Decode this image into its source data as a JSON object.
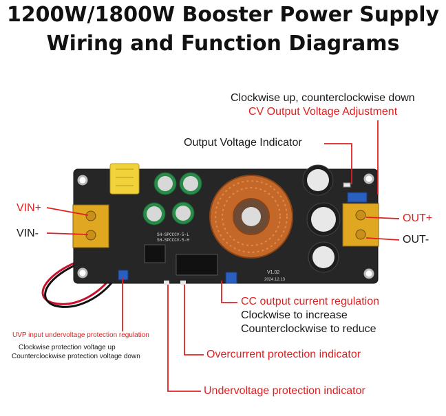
{
  "title": {
    "line1": "1200W/1800W Booster Power Supply",
    "line2": "Wiring and Function Diagrams"
  },
  "labels": {
    "cv_hint": "Clockwise up, counterclockwise down",
    "cv_adjust": "CV Output Voltage Adjustment",
    "output_indicator": "Output Voltage Indicator",
    "vin_plus": "VIN+",
    "vin_minus": "VIN-",
    "out_plus": "OUT+",
    "out_minus": "OUT-",
    "cc_reg": "CC output current regulation",
    "cc_inc": "Clockwise to increase",
    "cc_dec": "Counterclockwise to reduce",
    "uvp_reg": "UVP input undervoltage protection regulation",
    "uvp_up": "Clockwise protection voltage up",
    "uvp_down": "Counterclockwise protection voltage down",
    "ocp_indicator": "Overcurrent protection indicator",
    "uvp_indicator": "Undervoltage protection indicator"
  },
  "board_text": {
    "version": "V1.02",
    "date": "2024.12.13",
    "silk1": "SH-SPCCCV-5-L",
    "silk2": "SH-SPCCCV-5-H"
  },
  "colors": {
    "accent": "#e02020",
    "board": "#222222",
    "terminal": "#d9a21b",
    "copper": "#c4682a"
  }
}
